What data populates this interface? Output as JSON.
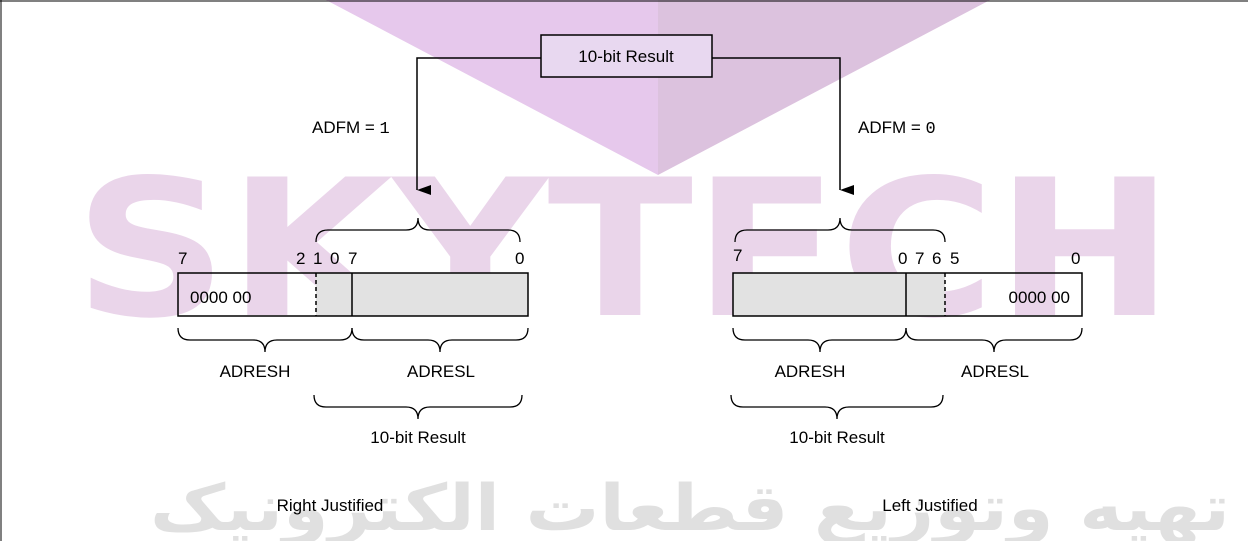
{
  "watermark": {
    "brand": "SKYTECH",
    "tagline": "تهیه وتوزیع قطعات الکترونیک",
    "colors": {
      "primary": "#e6c8ec",
      "secondary": "#d9b3d9"
    }
  },
  "colors": {
    "shaded": "#e2e2e2",
    "line": "#000000"
  },
  "top_box": {
    "label": "10-bit Result"
  },
  "left": {
    "adfm_label": "ADFM = ",
    "adfm_value": "1",
    "bits": [
      "7",
      "2",
      "1",
      "0",
      "7",
      "0"
    ],
    "register_text": "0000 00",
    "adresh": "ADRESH",
    "adresl": "ADRESL",
    "result_label": "10-bit Result",
    "caption": "Right Justified"
  },
  "right": {
    "adfm_label": "ADFM = ",
    "adfm_value": "0",
    "bits": [
      "7",
      "0",
      "7",
      "6",
      "5",
      "0"
    ],
    "register_text": "0000 00",
    "adresh": "ADRESH",
    "adresl": "ADRESL",
    "result_label": "10-bit Result",
    "caption": "Left Justified"
  }
}
